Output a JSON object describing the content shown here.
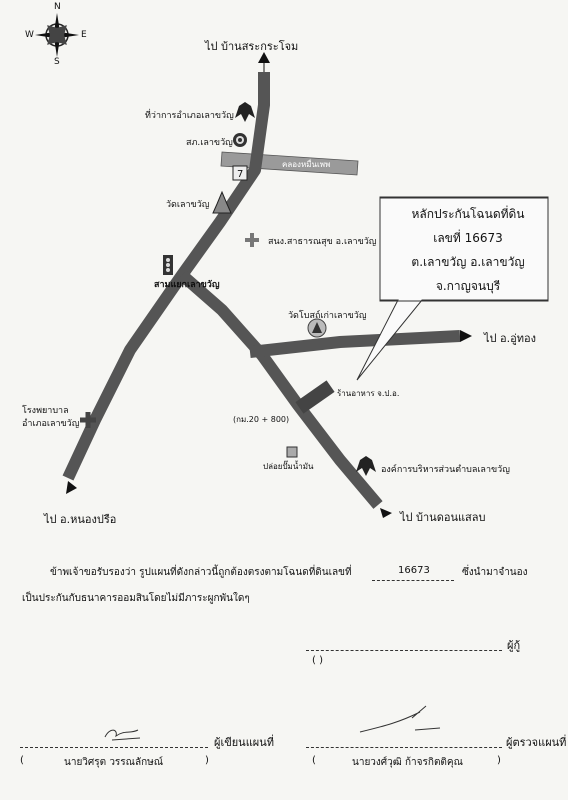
{
  "compass": {
    "n": "N",
    "s": "S",
    "e": "E",
    "w": "W"
  },
  "roads": {
    "north": "ไป บ้านสระกระโจม",
    "east": "ไป อ.อู่ทอง",
    "southwest": "ไป อ.หนองปรือ",
    "southeast": "ไป บ้านดอนแสลบ",
    "canal": "คลองหมื่นเพพ"
  },
  "landmarks": {
    "district_office": "ที่ว่าการอำเภอเลาขวัญ",
    "police": "สภ.เลาขวัญ",
    "temple1": "วัดเลาขวัญ",
    "health": "สนง.สาธารณสุข อ.เลาขวัญ",
    "junction": "สามแยกเลาขวัญ",
    "temple2": "วัดโบสถ์เก่าเลาขวัญ",
    "hospital_line1": "โรงพยาบาล",
    "hospital_line2": "อำเภอเลาขวัญ",
    "shop": "ร้านอาหาร จ.ป.อ.",
    "km": "(กม.20 + 800)",
    "gas": "ปล่อยปั๊มน้ำมัน",
    "sao": "องค์การบริหารส่วนตำบลเลาขวัญ"
  },
  "callout": {
    "line1": "หลักประกันโฉนดที่ดิน",
    "line2": "เลขที่ 16673",
    "line3": "ต.เลาขวัญ อ.เลาขวัญ",
    "line4": "จ.กาญจนบุรี"
  },
  "statement": {
    "part1": "ข้าพเจ้าขอรับรองว่า รูปแผนที่ดังกล่าวนี้ถูกต้องตรงตามโฉนดที่ดินเลขที่",
    "deed_no": "16673",
    "part2": "ซึ่งนำมาจำนอง",
    "line2": "เป็นประกันกับธนาคารออมสินโดยไม่มีภาระผูกพันใดๆ"
  },
  "signatures": {
    "giver_label": "ผู้กู้",
    "giver_paren": "(                                                  )",
    "drawer_label": "ผู้เขียนแผนที่",
    "drawer_name": "นายวิศรุต วรรณลักษณ์",
    "checker_label": "ผู้ตรวจแผนที่",
    "checker_name": "นายวงศ์วุฒิ ก้าจรกิตติคุณ",
    "paren_open": "(",
    "paren_close": ")"
  }
}
